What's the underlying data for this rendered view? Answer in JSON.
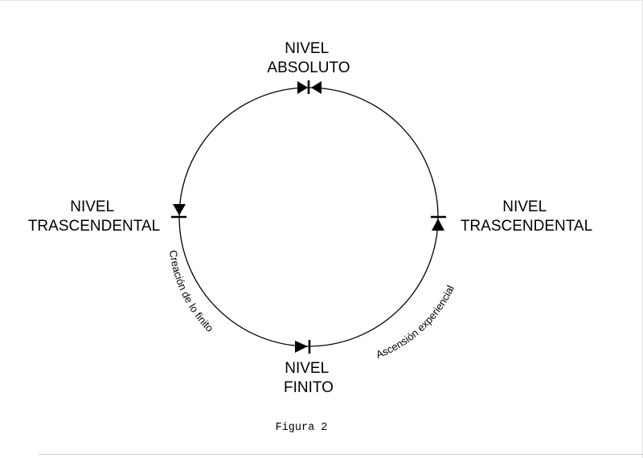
{
  "diagram": {
    "top_label": {
      "line1": "NIVEL",
      "line2": "ABSOLUTO"
    },
    "left_label": {
      "line1": "NIVEL",
      "line2": "TRASCENDENTAL"
    },
    "right_label": {
      "line1": "NIVEL",
      "line2": "TRASCENDENTAL"
    },
    "bottom_label": {
      "line1": "NIVEL",
      "line2": "FINITO"
    },
    "left_arc_label": "Creación de lo finito",
    "right_arc_label": "Ascensión experiencial"
  },
  "caption": "Figura 2",
  "colors": {
    "ink": "#000000",
    "background": "#ffffff"
  }
}
